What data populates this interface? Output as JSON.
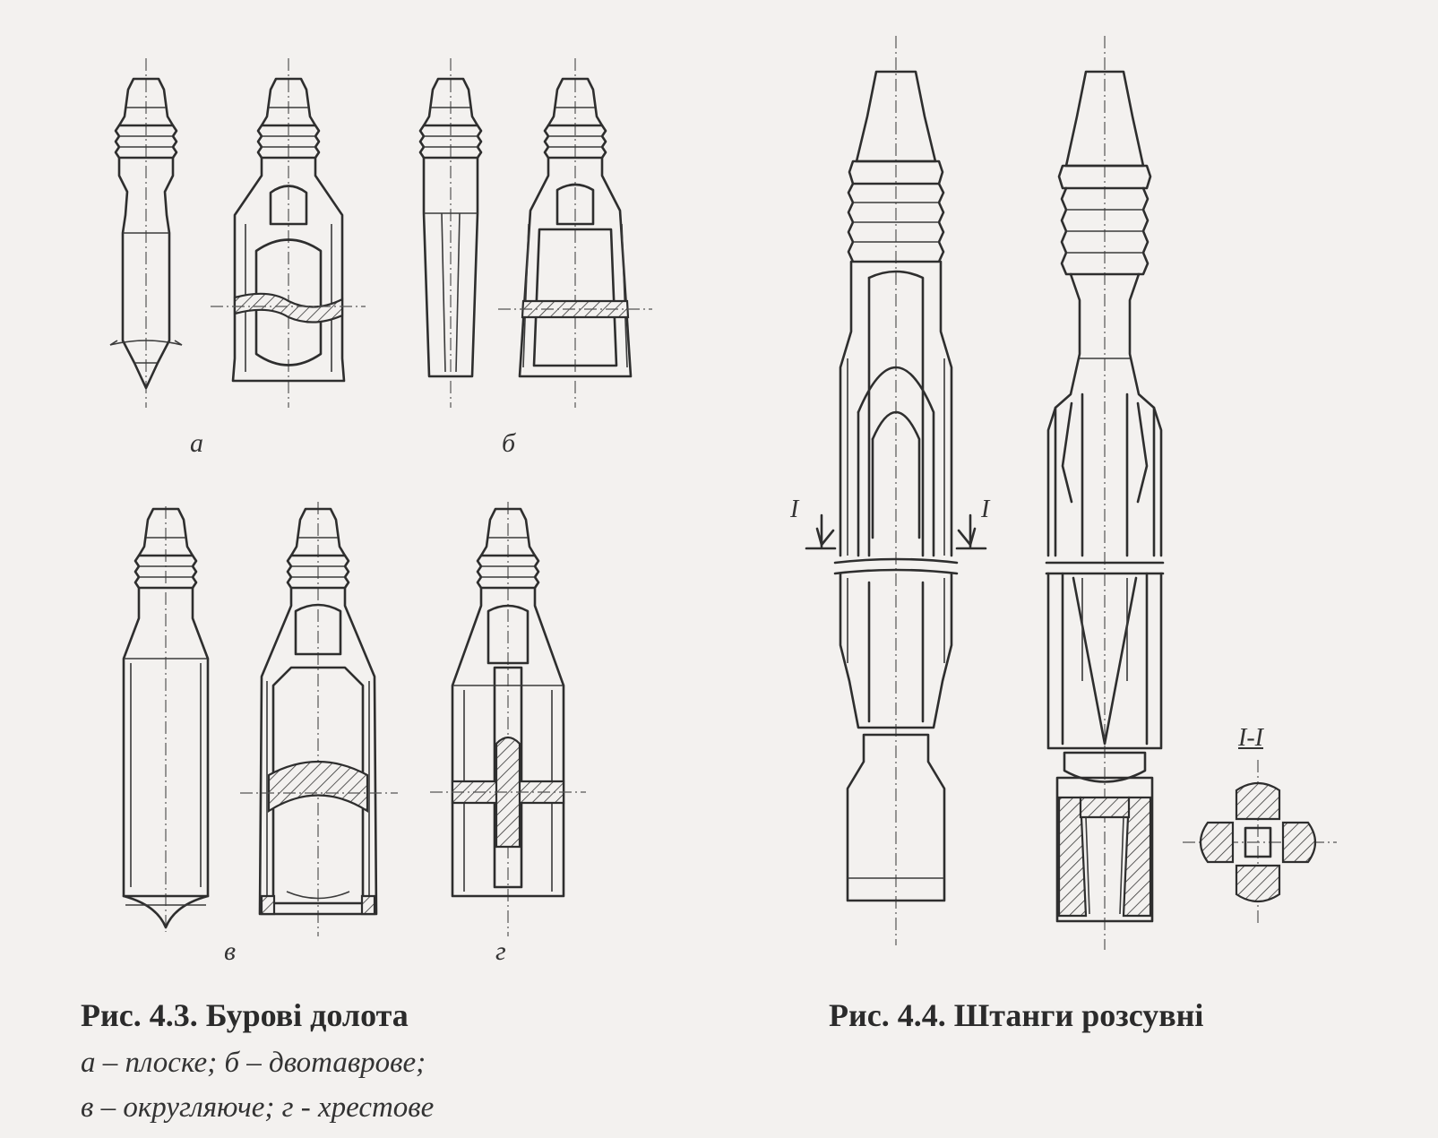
{
  "figure_43": {
    "labels": [
      "а",
      "б",
      "в",
      "г"
    ],
    "caption": "Рис. 4.3. Бурові долота",
    "legend_line1": "а – плоске; б – двотаврове;",
    "legend_line2": "в – округляюче; г - хрестове"
  },
  "figure_44": {
    "caption": "Рис. 4.4. Штанги розсувні",
    "section_mark": "I",
    "section_title": "I-I"
  },
  "colors": {
    "paper": "#f3f1ef",
    "ink": "#2e2e2e"
  }
}
